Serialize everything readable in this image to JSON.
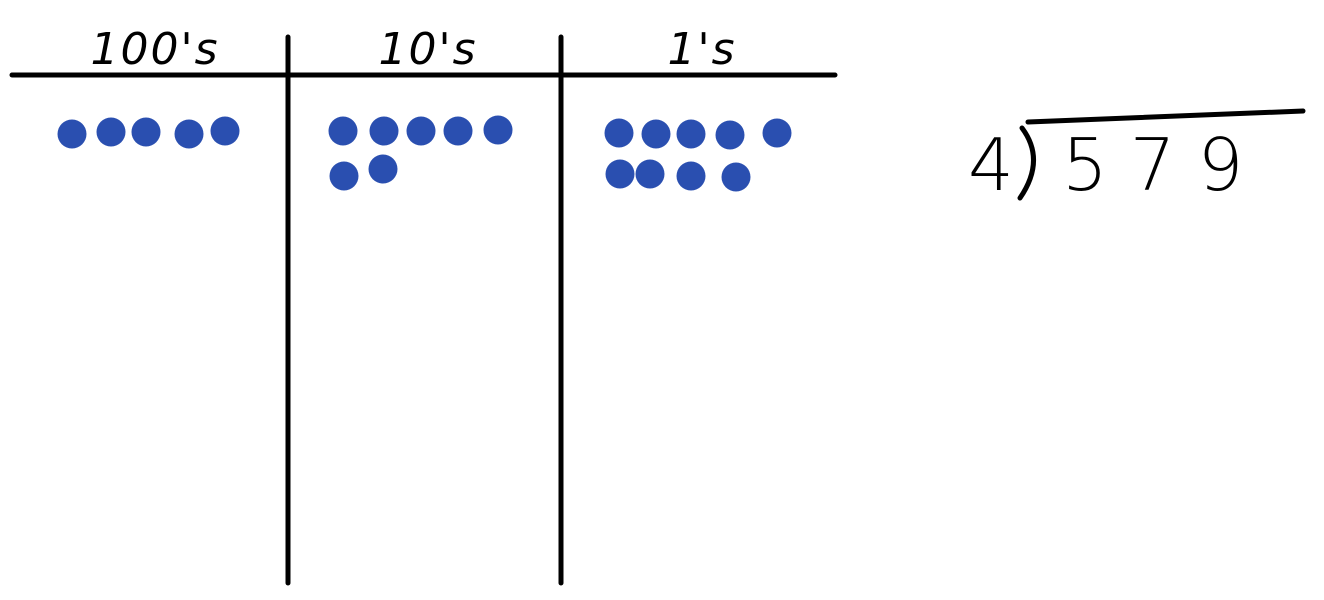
{
  "place_value_chart": {
    "columns": [
      {
        "label": "100's",
        "count": 5
      },
      {
        "label": "10's",
        "count": 7
      },
      {
        "label": "1's",
        "count": 9
      }
    ]
  },
  "division_problem": {
    "divisor": "4",
    "dividend": "579"
  },
  "colors": {
    "ink": "#000000",
    "disk": "#2a4fb0"
  }
}
